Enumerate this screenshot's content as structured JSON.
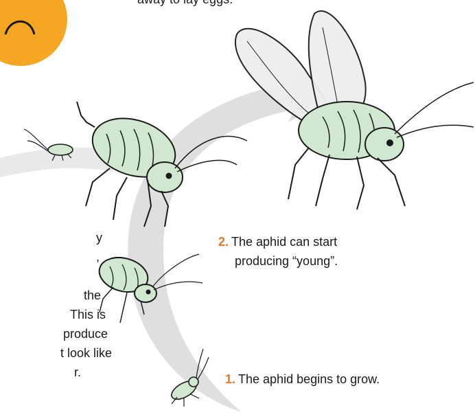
{
  "top_caption": "away to lay eggs.",
  "steps": [
    {
      "number": "1.",
      "text": "The aphid begins to grow."
    },
    {
      "number": "2.",
      "line1": "The aphid can start",
      "line2": "producing “young”."
    }
  ],
  "left_text_fragments": [
    "y",
    ",",
    "",
    "the",
    "This is",
    "produce",
    "t look like",
    "r."
  ],
  "colors": {
    "orange": "#f5a623",
    "step_number": "#e8791e",
    "aphid_body": "#cfe8cf",
    "swirl": "#d9d9d9"
  }
}
